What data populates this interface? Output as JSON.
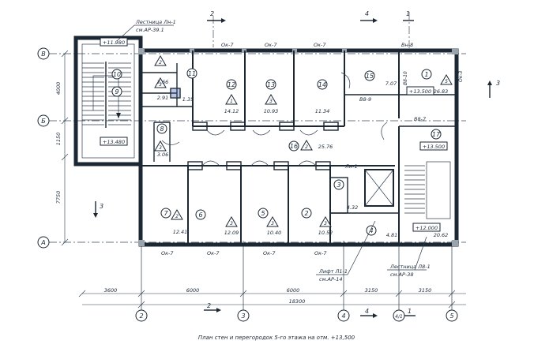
{
  "axes": {
    "rows": [
      "В",
      "Б",
      "А"
    ],
    "cols_bottom": [
      "2",
      "3",
      "4",
      "4/1",
      "5"
    ],
    "cols_top": [
      "2",
      "4",
      "1"
    ]
  },
  "left_dims": [
    "4000",
    "1150",
    "7750"
  ],
  "bottom_dims": [
    "3600",
    "6000",
    "6000",
    "3150",
    "3150"
  ],
  "overall_dim": "18300",
  "window_labels_top": [
    "Ок-7",
    "Ок-7",
    "Ок-7",
    "Вн-8"
  ],
  "window_labels_bottom": [
    "Ок-7",
    "Ок-7",
    "Ок-7",
    "Ок-7"
  ],
  "section_marks": [
    "2",
    "3",
    "4",
    "1"
  ],
  "rooms": [
    {
      "num": "10",
      "area": "2.66"
    },
    {
      "num": "9",
      "area": "2.91"
    },
    {
      "num": "11",
      "area": "1.35"
    },
    {
      "num": "8",
      "area": "3.06"
    },
    {
      "num": "12",
      "area": "14.12"
    },
    {
      "num": "13",
      "area": "10.93"
    },
    {
      "num": "14",
      "area": "11.34"
    },
    {
      "num": "15",
      "area": "7.07"
    },
    {
      "num": "1",
      "area": "26.83"
    },
    {
      "num": "16",
      "area": "25.76"
    },
    {
      "num": "17",
      "area": "20.62"
    },
    {
      "num": "7",
      "area": "12.41"
    },
    {
      "num": "6",
      "area": "12.09"
    },
    {
      "num": "5",
      "area": "10.40"
    },
    {
      "num": "2",
      "area": "10.52"
    },
    {
      "num": "3",
      "area": "4.32"
    },
    {
      "num": "4",
      "area": "4.81"
    }
  ],
  "room_flags": [
    "2",
    "3",
    "3",
    "1",
    "3",
    "5",
    "2",
    "2",
    "3",
    "3",
    "3"
  ],
  "door_labels": [
    "В8-9",
    "В8-10",
    "В8-7",
    "Лн-1"
  ],
  "levels": [
    "+11.980",
    "+13.480",
    "+13.500",
    "+13.500",
    "+12.000"
  ],
  "callouts": [
    {
      "title": "Лестница Лн-1",
      "ref": "см.АР-39.1"
    },
    {
      "title": "Лифт Л1-1",
      "ref": "см.АР-14"
    },
    {
      "title": "Лестница Л8-1",
      "ref": "см.АР-38"
    }
  ],
  "misc_labels": [
    "Ок-3"
  ],
  "caption": "План стен и перегородок 5-го этажа на отм. +13,500"
}
